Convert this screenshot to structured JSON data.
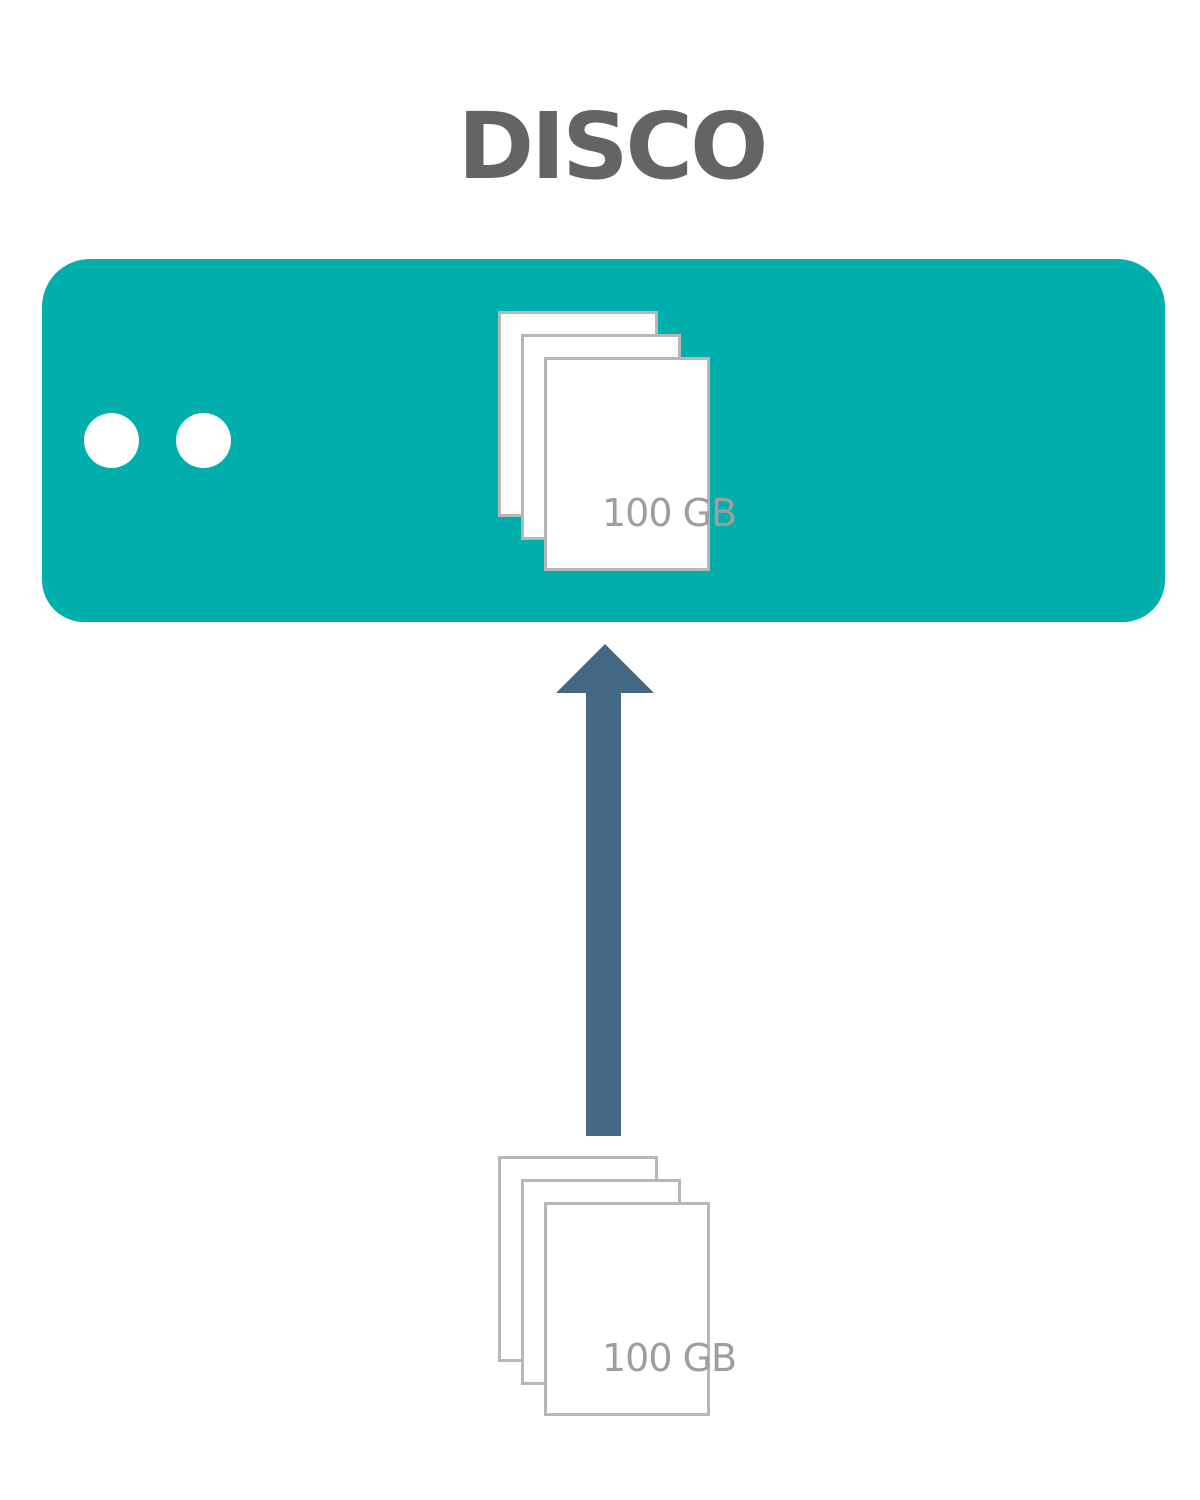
{
  "title": "DISCO",
  "disk": {
    "color": "#00aeab",
    "indicator_lights": 2,
    "contents_label": "100 GB"
  },
  "source": {
    "label": "100 GB"
  },
  "arrow": {
    "direction": "up",
    "color": "#436984"
  },
  "colors": {
    "title": "#646464",
    "sheet_border": "#b7b7b7",
    "sheet_text": "#9e9e9e"
  }
}
